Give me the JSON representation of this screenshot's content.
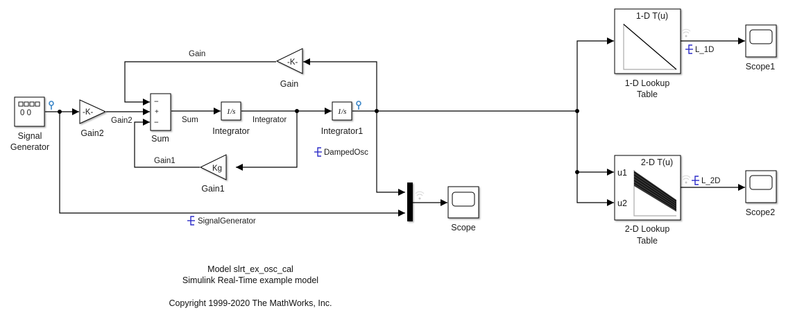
{
  "model": {
    "name": "slrt_ex_osc_cal",
    "annotation": {
      "line1": "Model slrt_ex_osc_cal",
      "line2": "Simulink Real-Time example model",
      "line3": "Copyright 1999-2020 The MathWorks, Inc."
    }
  },
  "blocks": {
    "signal_generator": {
      "label_line1": "Signal",
      "label_line2": "Generator",
      "display": "0 0"
    },
    "gain2": {
      "label": "Gain2",
      "glyph": "-K-"
    },
    "gain": {
      "label": "Gain",
      "glyph": "-K-"
    },
    "gain1": {
      "label": "Gain1",
      "glyph": "Kg"
    },
    "sum": {
      "label": "Sum",
      "signs": [
        "−",
        "+",
        "−"
      ]
    },
    "integrator": {
      "label": "Integrator",
      "glyph": "1/s"
    },
    "integrator1": {
      "label": "Integrator1",
      "glyph": "1/s"
    },
    "scope": {
      "label": "Scope"
    },
    "scope1": {
      "label": "Scope1"
    },
    "scope2": {
      "label": "Scope2"
    },
    "lookup_1d": {
      "label_line1": "1-D Lookup",
      "label_line2": "Table",
      "title": "1-D T(u)"
    },
    "lookup_2d": {
      "label_line1": "2-D Lookup",
      "label_line2": "Table",
      "title": "2-D T(u)",
      "port1": "u1",
      "port2": "u2"
    }
  },
  "signals": {
    "gain_out": "Gain",
    "gain2_out": "Gain2",
    "sum_out": "Sum",
    "integrator_out": "Integrator",
    "gain1_out": "Gain1"
  },
  "logged_signals": {
    "damped_osc": "DampedOsc",
    "signal_generator": "SignalGenerator",
    "l_1d": "L_1D",
    "l_2d": "L_2D"
  },
  "colors": {
    "logging_icon": "#2c2cc8",
    "testpoint_icon": "#3a86c8",
    "stream_icon": "#c8c8c8"
  }
}
